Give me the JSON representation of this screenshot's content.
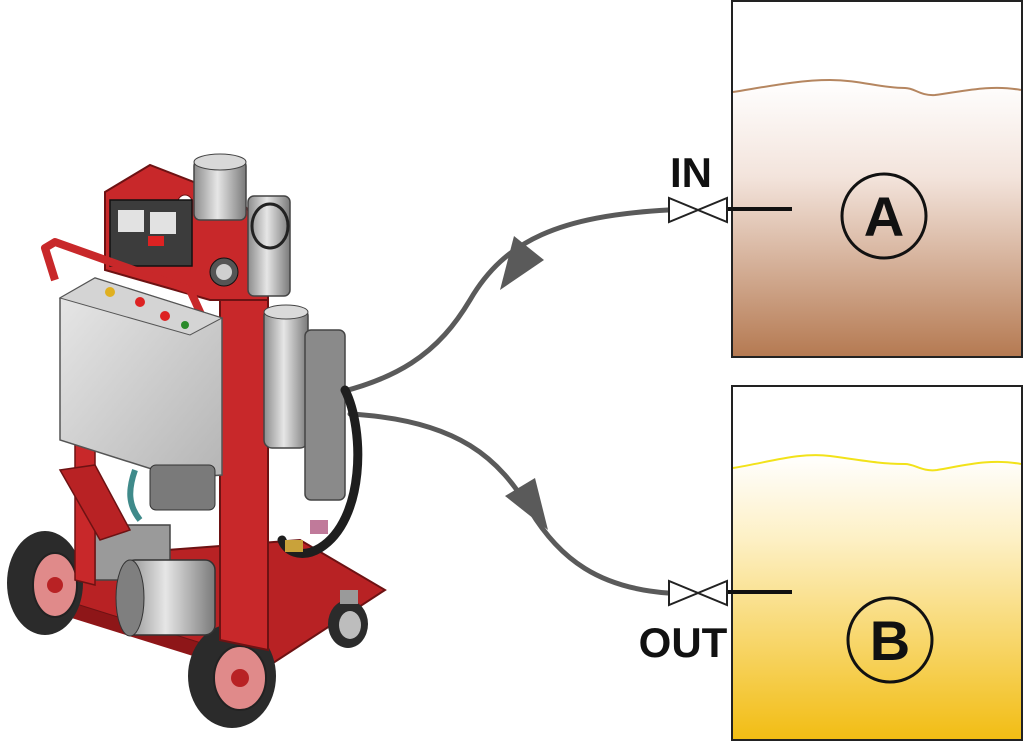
{
  "labels": {
    "inlet": "IN",
    "outlet": "OUT",
    "tank_a": "A",
    "tank_b": "B"
  },
  "colors": {
    "frame_red": "#c8282a",
    "tank_a_top": "#ffffff",
    "tank_a_bottom": "#b57a52",
    "tank_a_surface": "#b58660",
    "tank_b_top": "#ffffff",
    "tank_b_bottom": "#f2bd14",
    "tank_b_surface": "#f2e21a",
    "hose": "#5a5a5a"
  },
  "icons": [
    "filtration-cart-icon",
    "valve-icon",
    "flow-arrow-icon"
  ]
}
